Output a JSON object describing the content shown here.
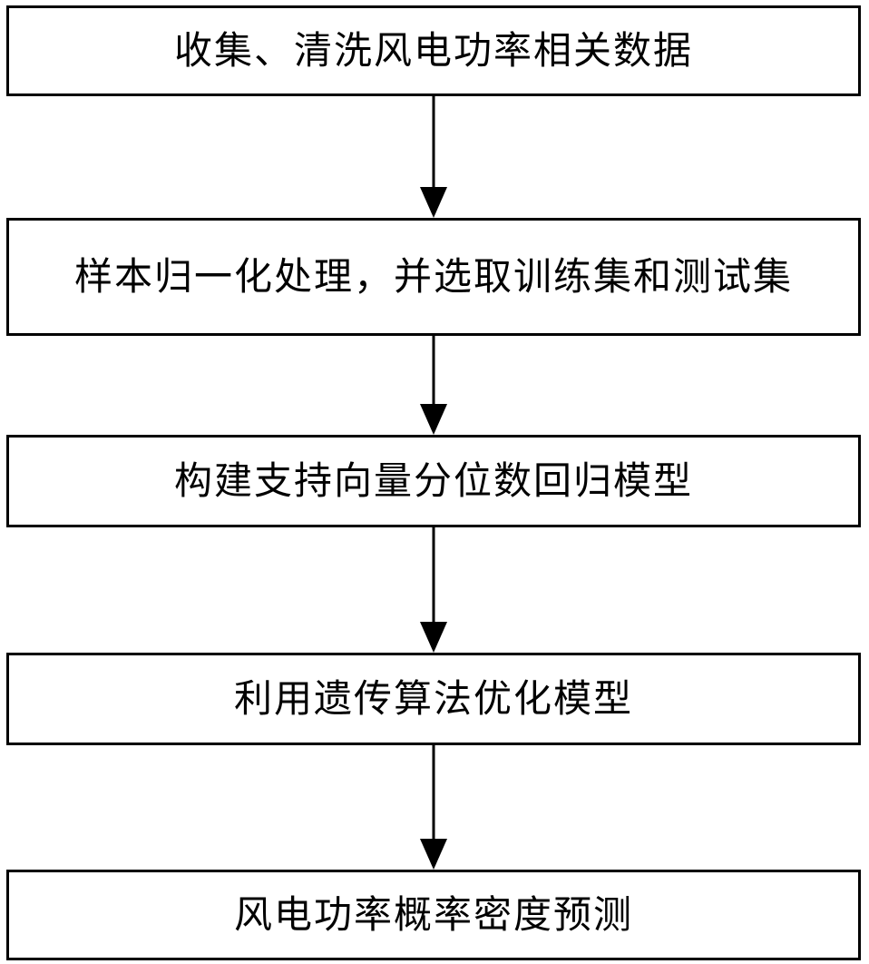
{
  "flowchart": {
    "steps": [
      {
        "label": "收集、清洗风电功率相关数据"
      },
      {
        "label": "样本归一化处理，并选取训练集和测试集"
      },
      {
        "label": "构建支持向量分位数回归模型"
      },
      {
        "label": "利用遗传算法优化模型"
      },
      {
        "label": "风电功率概率密度预测"
      }
    ],
    "colors": {
      "stroke": "#000000",
      "background": "#ffffff"
    }
  }
}
